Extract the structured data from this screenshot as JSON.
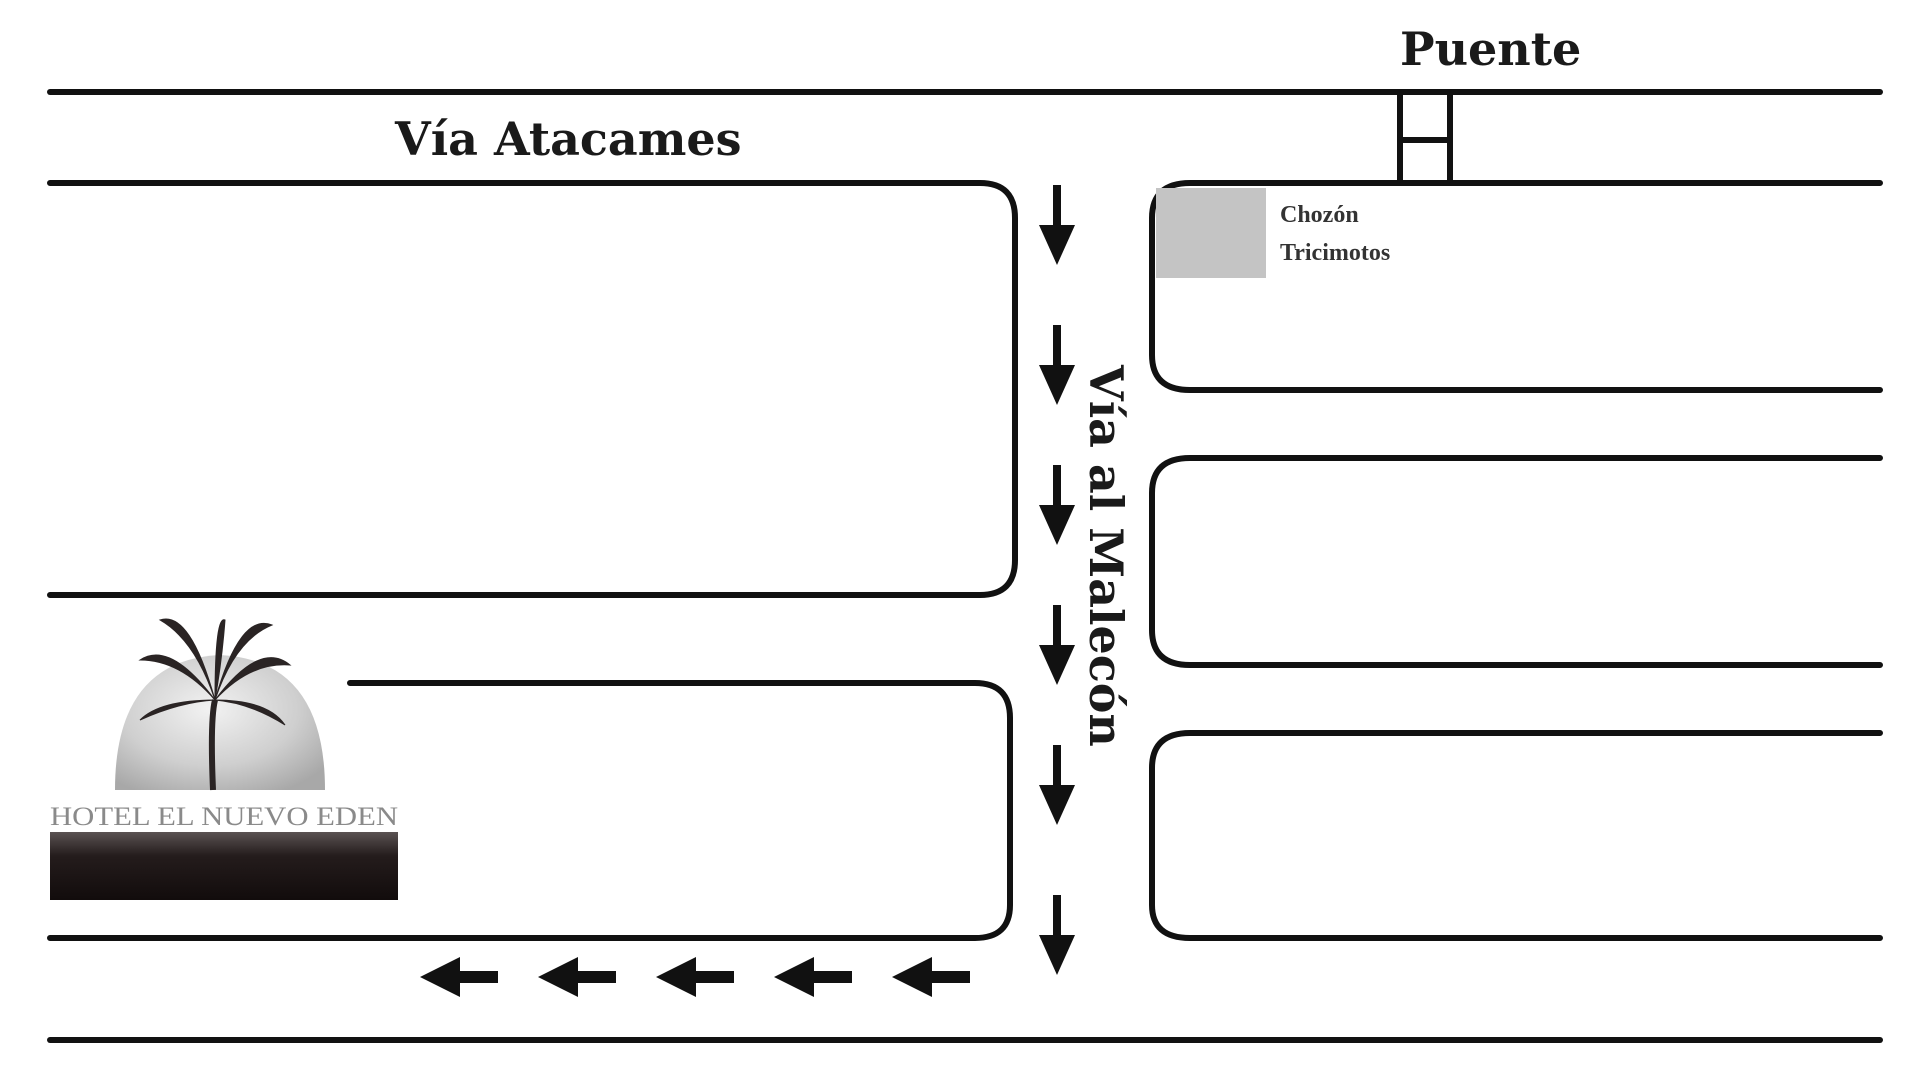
{
  "map": {
    "labels": {
      "via_atacames": "Vía Atacames",
      "puente": "Puente",
      "via_malecon": "Vía al Malecón",
      "chozon_line1": "Chozón",
      "chozon_line2": "Tricimotos",
      "hotel_name": "HOTEL EL NUEVO EDEN"
    },
    "colors": {
      "road": "#111111",
      "chozon_block": "#c4c4c4",
      "hotel_band": "#1a1414"
    },
    "markers": {
      "down_arrows_count": 6,
      "left_arrows_count": 5
    }
  }
}
